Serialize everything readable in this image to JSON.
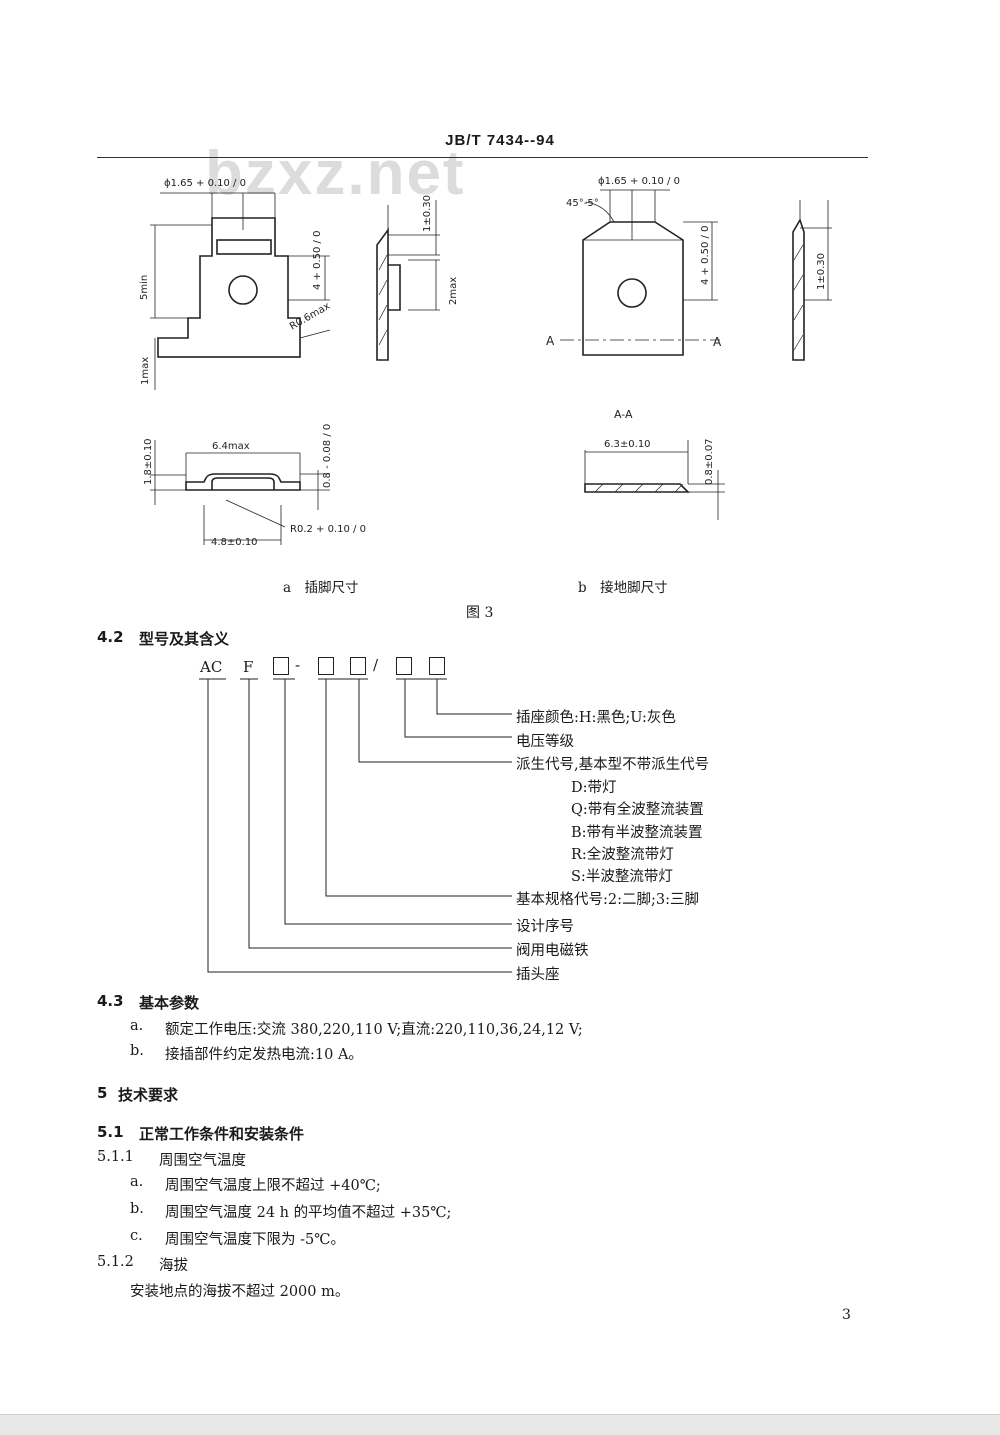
{
  "header": {
    "standard_no": "JB/T 7434--94"
  },
  "watermark": {
    "text": "bzxz.net"
  },
  "figure": {
    "dims_a": {
      "d165": "ϕ1.65 + 0.10 / 0",
      "one_030": "1±0.30",
      "five_min": "5min",
      "four_050": "4 + 0.50 / 0",
      "r06": "R0.6max",
      "two_max": "2max",
      "one_max": "1max",
      "sixfour": "6.4max",
      "e18": "1.8±0.10",
      "e08": "0.8 - 0.08 / 0",
      "r02": "R0.2 + 0.10 / 0",
      "e48": "4.8±0.10"
    },
    "dims_b": {
      "d165": "ϕ1.65 + 0.10 / 0",
      "angle": "45°-5°",
      "four_050": "4 + 0.50 / 0",
      "one_030": "1±0.30",
      "a_left": "A",
      "a_right": "A",
      "aa": "A-A",
      "e63": "6.3±0.10",
      "e08": "0.8±0.07"
    },
    "sub_a": "a　插脚尺寸",
    "sub_b": "b　接地脚尺寸",
    "caption": "图 3"
  },
  "s42": {
    "num": "4.2",
    "title": "型号及其含义",
    "code": {
      "ac": "AC",
      "f": "F",
      "dash": "-",
      "slash": "/"
    },
    "labels": [
      "插座颜色:H:黑色;U:灰色",
      "电压等级",
      "派生代号,基本型不带派生代号",
      "D:带灯",
      "Q:带有全波整流装置",
      "B:带有半波整流装置",
      "R:全波整流带灯",
      "S:半波整流带灯",
      "基本规格代号:2:二脚;3:三脚",
      "设计序号",
      "阀用电磁铁",
      "插头座"
    ]
  },
  "s43": {
    "num": "4.3",
    "title": "基本参数",
    "a_mark": "a.",
    "a_text": "额定工作电压:交流 380,220,110 V;直流:220,110,36,24,12 V;",
    "b_mark": "b.",
    "b_text": "接插部件约定发热电流:10 A。"
  },
  "s5": {
    "num": "5",
    "title": "技术要求"
  },
  "s51": {
    "num": "5.1",
    "title": "正常工作条件和安装条件"
  },
  "s511": {
    "num": "5.1.1",
    "title": "周围空气温度",
    "items": [
      {
        "mark": "a.",
        "text": "周围空气温度上限不超过 +40℃;"
      },
      {
        "mark": "b.",
        "text": "周围空气温度 24 h 的平均值不超过 +35℃;"
      },
      {
        "mark": "c.",
        "text": "周围空气温度下限为 -5℃。"
      }
    ]
  },
  "s512": {
    "num": "5.1.2",
    "title": "海拔",
    "text": "安装地点的海拔不超过 2000 m。"
  },
  "page_number": "3"
}
